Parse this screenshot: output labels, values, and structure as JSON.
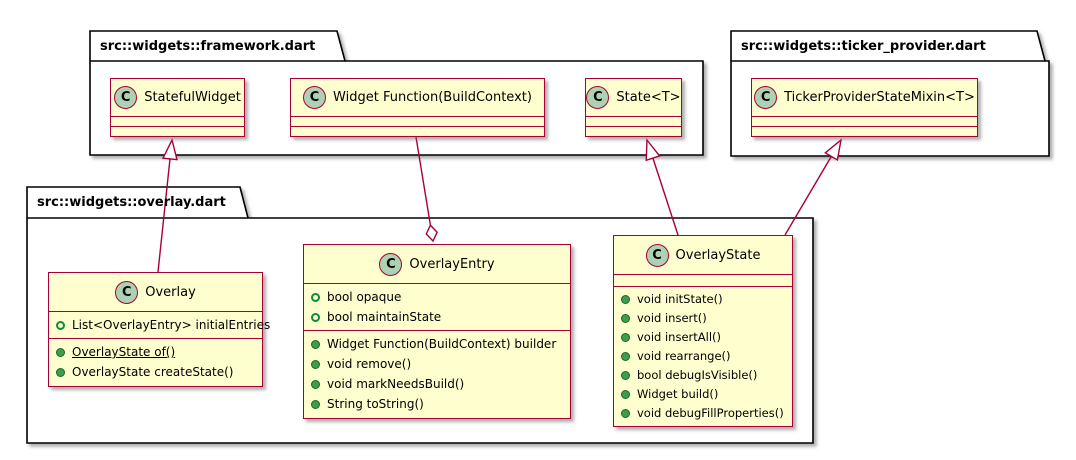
{
  "colors": {
    "class_fill": "#FEFECE",
    "class_border": "#A80036",
    "badge_fill": "#ADD1B2",
    "relation_line": "#A80036",
    "member_icon_green": "#0E8A3C",
    "package_border": "#000000"
  },
  "packages": {
    "framework": {
      "title": "src::widgets::framework.dart"
    },
    "ticker_provider": {
      "title": "src::widgets::ticker_provider.dart"
    },
    "overlay": {
      "title": "src::widgets::overlay.dart"
    }
  },
  "classes": {
    "stateful_widget": {
      "badge": "C",
      "name": "StatefulWidget"
    },
    "widget_function": {
      "badge": "C",
      "name": "Widget Function(BuildContext)"
    },
    "state_t": {
      "badge": "C",
      "name": "State<T>"
    },
    "ticker_provider_state_mixin": {
      "badge": "C",
      "name": "TickerProviderStateMixin<T>"
    },
    "overlay": {
      "badge": "C",
      "name": "Overlay",
      "fields": [
        "List<OverlayEntry> initialEntries"
      ],
      "methods": [
        "OverlayState of()",
        "OverlayState createState()"
      ]
    },
    "overlay_entry": {
      "badge": "C",
      "name": "OverlayEntry",
      "fields": [
        "bool opaque",
        "bool maintainState"
      ],
      "methods": [
        "Widget Function(BuildContext) builder",
        "void remove()",
        "void markNeedsBuild()",
        "String toString()"
      ]
    },
    "overlay_state": {
      "badge": "C",
      "name": "OverlayState",
      "fields": [],
      "methods": [
        "void initState()",
        "void insert()",
        "void insertAll()",
        "void rearrange()",
        "bool debugIsVisible()",
        "Widget build()",
        "void debugFillProperties()"
      ]
    }
  },
  "relations": [
    {
      "from": "Overlay",
      "to": "StatefulWidget",
      "type": "extends"
    },
    {
      "from": "OverlayEntry",
      "to": "Widget Function(BuildContext)",
      "type": "aggregation"
    },
    {
      "from": "OverlayState",
      "to": "State<T>",
      "type": "extends"
    },
    {
      "from": "OverlayState",
      "to": "TickerProviderStateMixin<T>",
      "type": "extends"
    }
  ]
}
